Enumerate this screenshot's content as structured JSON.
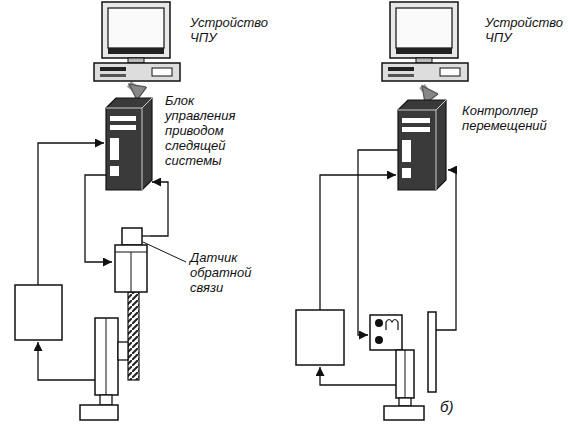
{
  "diagram": {
    "nodes": [
      {
        "text": [
          "Устройство ЧПУ"
        ]
      },
      {
        "text": [
          "Блок управления приводом следящей системы"
        ]
      },
      {
        "text": [
          "Датчик обратной связи"
        ]
      },
      {
        "text": [
          "Устройство ЧПУ"
        ]
      },
      {
        "text": [
          "Контроллер перемещений"
        ]
      }
    ],
    "edges": [
      {
        "from": 0,
        "to": 1,
        "arrow": "to"
      },
      {
        "from": 1,
        "to": 2,
        "arrow": "to"
      },
      {
        "from": 2,
        "to": 1,
        "arrow": "to"
      },
      {
        "from": 3,
        "to": 4,
        "arrow": "to"
      }
    ],
    "labels": [
      "б)"
    ]
  }
}
